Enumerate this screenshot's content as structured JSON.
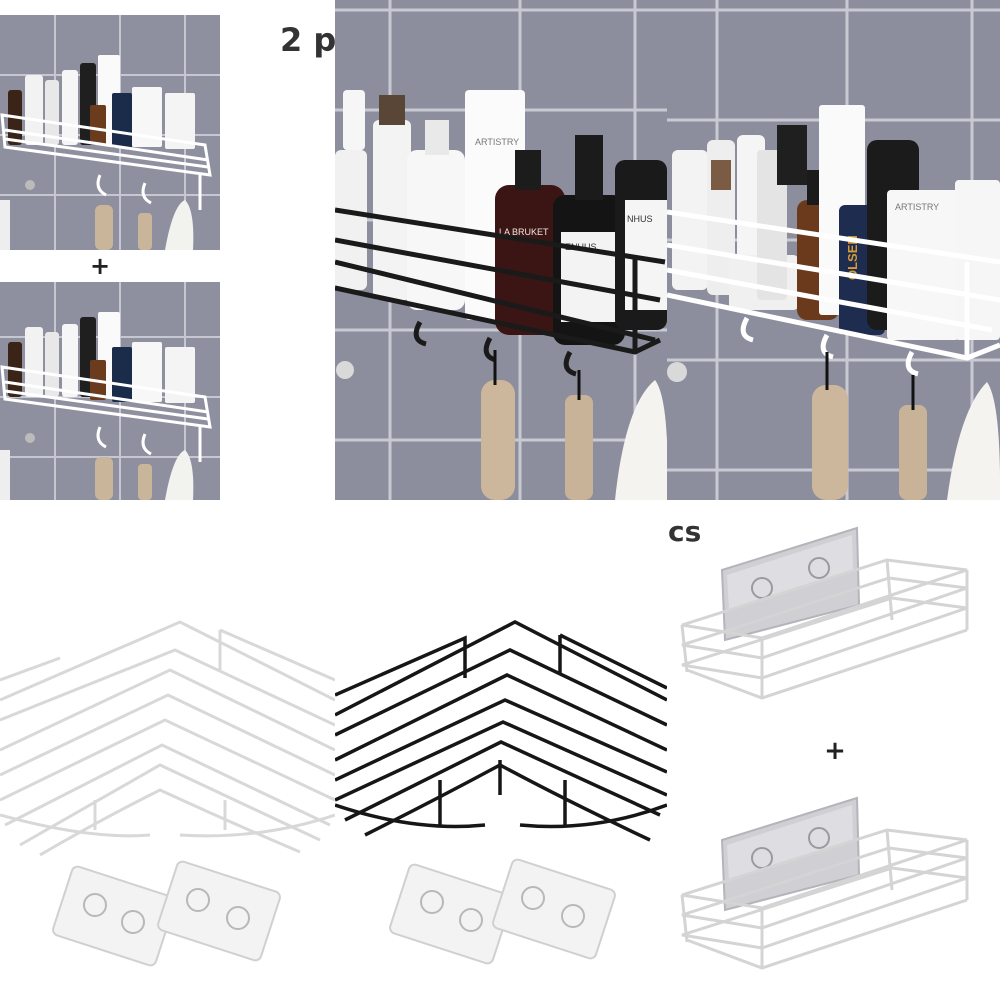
{
  "captions": {
    "quantity_top": "2 p",
    "quantity_mid": "cs"
  },
  "plus_signs": {
    "left_column": "+",
    "right_column": "+"
  },
  "bottle_labels": {
    "artistry": "ARTISTRY",
    "bruket": "LA BRUKET",
    "enhus": "ENHUS",
    "hus": "NHUS",
    "olsen": "OLSEN"
  },
  "colors": {
    "tile_wall": "#8d8f9e",
    "grout": "#c9cad3",
    "shelf_black": "#1a1a1a",
    "shelf_white": "#f4f4f4",
    "background": "#ffffff"
  },
  "icons": {
    "plus": "plus-icon",
    "adhesive_hook": "adhesive-pad-icon"
  }
}
